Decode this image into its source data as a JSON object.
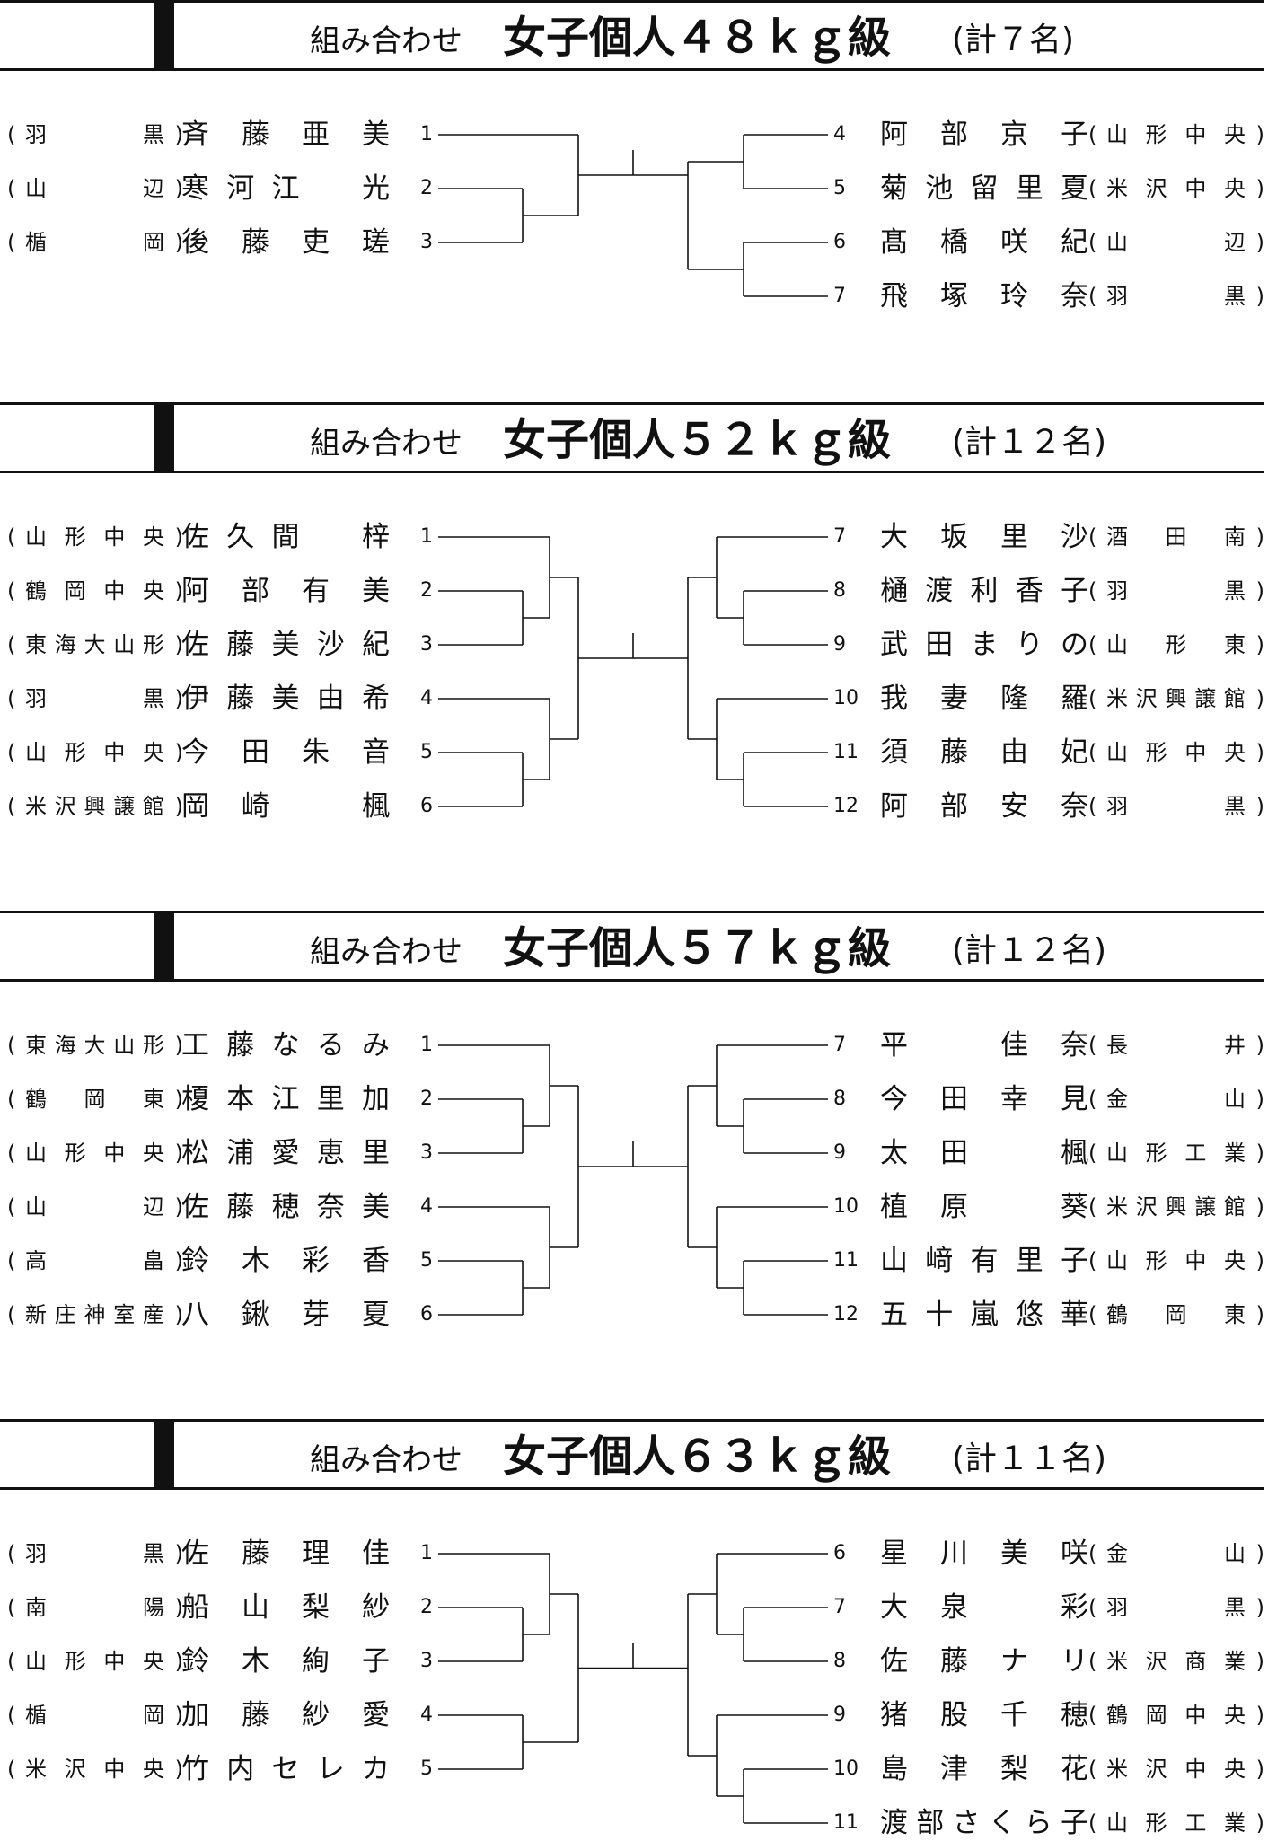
{
  "sections": [
    {
      "label": "組み合わせ",
      "title": "女子個人４８ｋｇ級",
      "count": "(計７名)",
      "left": [
        {
          "seed": "1",
          "name": "斉藤亜美",
          "school": "羽黒"
        },
        {
          "seed": "2",
          "name": "寒河江　光",
          "school": "山辺"
        },
        {
          "seed": "3",
          "name": "後藤吏瑳",
          "school": "楯岡"
        }
      ],
      "right": [
        {
          "seed": "4",
          "name": "阿部京子",
          "school": "山形中央"
        },
        {
          "seed": "5",
          "name": "菊池留里夏",
          "school": "米沢中央"
        },
        {
          "seed": "6",
          "name": "髙橋咲紀",
          "school": "山辺"
        },
        {
          "seed": "7",
          "name": "飛塚玲奈",
          "school": "羽黒"
        }
      ]
    },
    {
      "label": "組み合わせ",
      "title": "女子個人５２ｋｇ級",
      "count": "(計１２名)",
      "left": [
        {
          "seed": "1",
          "name": "佐久間　梓",
          "school": "山形中央"
        },
        {
          "seed": "2",
          "name": "阿部有美",
          "school": "鶴岡中央"
        },
        {
          "seed": "3",
          "name": "佐藤美沙紀",
          "school": "東海大山形"
        },
        {
          "seed": "4",
          "name": "伊藤美由希",
          "school": "羽黒"
        },
        {
          "seed": "5",
          "name": "今田朱音",
          "school": "山形中央"
        },
        {
          "seed": "6",
          "name": "岡崎　楓",
          "school": "米沢興譲館"
        }
      ],
      "right": [
        {
          "seed": "7",
          "name": "大坂里沙",
          "school": "酒田南"
        },
        {
          "seed": "8",
          "name": "樋渡利香子",
          "school": "羽黒"
        },
        {
          "seed": "9",
          "name": "武田まりの",
          "school": "山形東"
        },
        {
          "seed": "10",
          "name": "我妻隆羅",
          "school": "米沢興譲館"
        },
        {
          "seed": "11",
          "name": "須藤由妃",
          "school": "山形中央"
        },
        {
          "seed": "12",
          "name": "阿部安奈",
          "school": "羽黒"
        }
      ]
    },
    {
      "label": "組み合わせ",
      "title": "女子個人５７ｋｇ級",
      "count": "(計１２名)",
      "left": [
        {
          "seed": "1",
          "name": "工藤なるみ",
          "school": "東海大山形"
        },
        {
          "seed": "2",
          "name": "榎本江里加",
          "school": "鶴岡東"
        },
        {
          "seed": "3",
          "name": "松浦愛恵里",
          "school": "山形中央"
        },
        {
          "seed": "4",
          "name": "佐藤穂奈美",
          "school": "山辺"
        },
        {
          "seed": "5",
          "name": "鈴木彩香",
          "school": "高畠"
        },
        {
          "seed": "6",
          "name": "八鍬芽夏",
          "school": "新庄神室産"
        }
      ],
      "right": [
        {
          "seed": "7",
          "name": "平　佳奈",
          "school": "長井"
        },
        {
          "seed": "8",
          "name": "今田幸見",
          "school": "金山"
        },
        {
          "seed": "9",
          "name": "太田　楓",
          "school": "山形工業"
        },
        {
          "seed": "10",
          "name": "植原　葵",
          "school": "米沢興譲館"
        },
        {
          "seed": "11",
          "name": "山﨑有里子",
          "school": "山形中央"
        },
        {
          "seed": "12",
          "name": "五十嵐悠華",
          "school": "鶴岡東"
        }
      ]
    },
    {
      "label": "組み合わせ",
      "title": "女子個人６３ｋｇ級",
      "count": "(計１１名)",
      "left": [
        {
          "seed": "1",
          "name": "佐藤理佳",
          "school": "羽黒"
        },
        {
          "seed": "2",
          "name": "船山梨紗",
          "school": "南陽"
        },
        {
          "seed": "3",
          "name": "鈴木絢子",
          "school": "山形中央"
        },
        {
          "seed": "4",
          "name": "加藤紗愛",
          "school": "楯岡"
        },
        {
          "seed": "5",
          "name": "竹内セレカ",
          "school": "米沢中央"
        }
      ],
      "right": [
        {
          "seed": "6",
          "name": "星川美咲",
          "school": "金山"
        },
        {
          "seed": "7",
          "name": "大泉　彩",
          "school": "羽黒"
        },
        {
          "seed": "8",
          "name": "佐藤ナリ",
          "school": "米沢商業"
        },
        {
          "seed": "9",
          "name": "猪股千穂",
          "school": "鶴岡中央"
        },
        {
          "seed": "10",
          "name": "島津梨花",
          "school": "米沢中央"
        },
        {
          "seed": "11",
          "name": "渡部さくら子",
          "school": "山形工業"
        }
      ]
    }
  ]
}
